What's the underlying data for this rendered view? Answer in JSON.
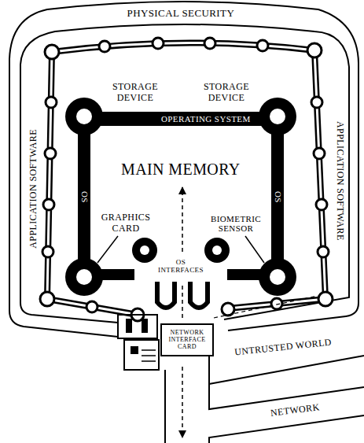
{
  "diagram": {
    "labels": [
      "PHYSICAL SECURITY",
      "STORAGE DEVICE",
      "STORAGE DEVICE",
      "OPERATING SYSTEM",
      "APPLICATION SOFTWARE",
      "OS",
      "MAIN MEMORY",
      "OS",
      "APPLICATION SOFTWARE",
      "GRAPHICS CARD",
      "BIOMETRIC SENSOR",
      "OS INTERFACES",
      "NETWORK INTERFACE CARD",
      "UNTRUSTED WORLD",
      "NETWORK"
    ]
  }
}
